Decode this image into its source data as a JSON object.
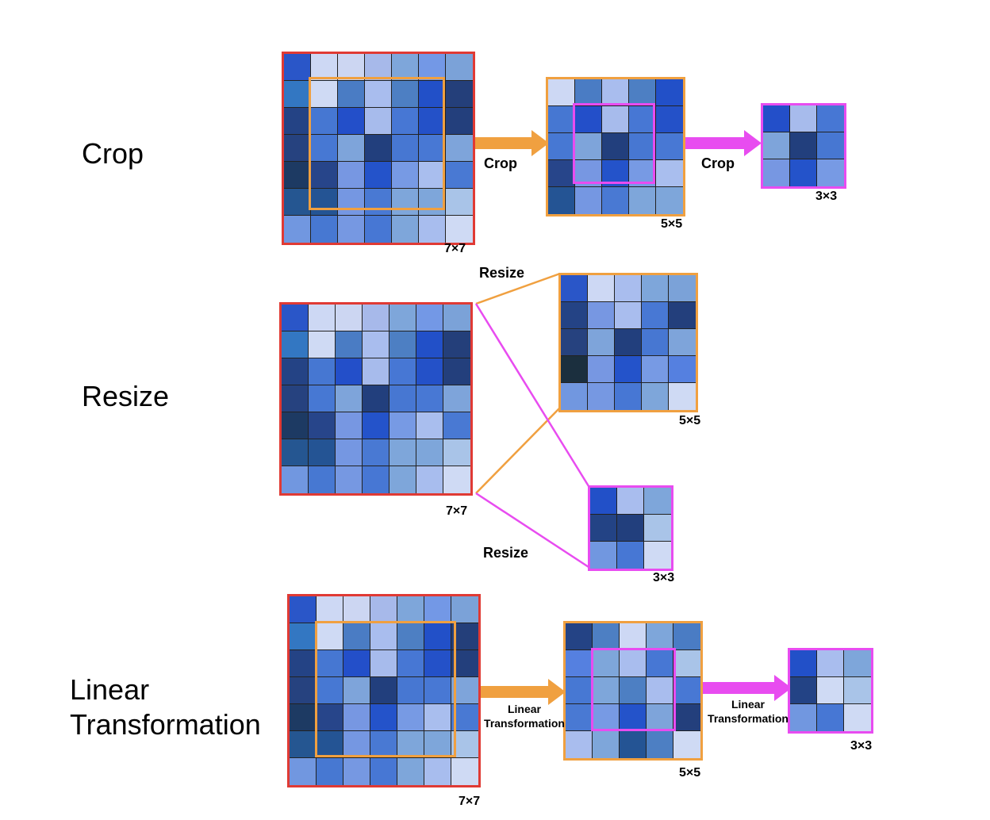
{
  "colors": {
    "red": "#e03a34",
    "orange": "#f0a040",
    "magenta": "#e84cf0",
    "grid_line": "#222222"
  },
  "rows": [
    {
      "title": "Crop",
      "op_label_1": "Crop",
      "op_label_2": "Crop",
      "dims": [
        "7×7",
        "5×5",
        "3×3"
      ]
    },
    {
      "title": "Resize",
      "op_label_1": "Resize",
      "op_label_2": "Resize",
      "dims": [
        "7×7",
        "5×5",
        "3×3"
      ]
    },
    {
      "title_line1": "Linear",
      "title_line2": "Transformation",
      "op_label_1_line1": "Linear",
      "op_label_1_line2": "Transformation",
      "op_label_2_line1": "Linear",
      "op_label_2_line2": "Transformation",
      "dims": [
        "7×7",
        "5×5",
        "3×3"
      ]
    }
  ],
  "grids": {
    "crop_7": [
      [
        "#2a56c8",
        "#cdd8f4",
        "#ccd6f2",
        "#a7b9ea",
        "#7ea6da",
        "#7398e6",
        "#7ba2d8"
      ],
      [
        "#3377c2",
        "#cfdaf4",
        "#4a7cc4",
        "#a9bdee",
        "#4d7fc3",
        "#2250c8",
        "#243f7a"
      ],
      [
        "#244385",
        "#4677d2",
        "#234fc9",
        "#a7bbec",
        "#4777d4",
        "#2451c8",
        "#233f7c"
      ],
      [
        "#26427f",
        "#4778d3",
        "#7ea4da",
        "#223f7d",
        "#4777d2",
        "#4878d4",
        "#7ea4da"
      ],
      [
        "#1d3a63",
        "#27458a",
        "#7797e2",
        "#2453ca",
        "#779ae4",
        "#a9beee",
        "#4979d3"
      ],
      [
        "#255691",
        "#245494",
        "#7597e2",
        "#4979d3",
        "#7ea6da",
        "#7ea6da",
        "#a9c4e8"
      ],
      [
        "#7197e0",
        "#4778d2",
        "#7698e2",
        "#4777d4",
        "#7ea6da",
        "#a8bdee",
        "#cfdaf4"
      ]
    ],
    "crop_5": [
      [
        "#cdd8f4",
        "#4a7cc4",
        "#a9bdee",
        "#4d7fc3",
        "#2250c8"
      ],
      [
        "#4677d2",
        "#234fc9",
        "#a7bbec",
        "#4777d4",
        "#2451c8"
      ],
      [
        "#4778d3",
        "#7ea4da",
        "#223f7d",
        "#4777d2",
        "#4878d4"
      ],
      [
        "#27458a",
        "#7797e2",
        "#2453ca",
        "#779ae4",
        "#a9beee"
      ],
      [
        "#245494",
        "#7597e2",
        "#4979d3",
        "#7ea6da",
        "#7ea6da"
      ]
    ],
    "crop_3": [
      [
        "#234fc9",
        "#a7bbec",
        "#4777d4"
      ],
      [
        "#7ea4da",
        "#223f7d",
        "#4777d2"
      ],
      [
        "#7797e2",
        "#2453ca",
        "#779ae4"
      ]
    ],
    "resize_7": [
      [
        "#2a56c8",
        "#cdd8f4",
        "#ccd6f2",
        "#a7b9ea",
        "#7ea6da",
        "#7398e6",
        "#7ba2d8"
      ],
      [
        "#3377c2",
        "#cfdaf4",
        "#4a7cc4",
        "#a9bdee",
        "#4d7fc3",
        "#2250c8",
        "#243f7a"
      ],
      [
        "#244385",
        "#4677d2",
        "#234fc9",
        "#a7bbec",
        "#4777d4",
        "#2451c8",
        "#233f7c"
      ],
      [
        "#26427f",
        "#4778d3",
        "#7ea4da",
        "#223f7d",
        "#4777d2",
        "#4878d4",
        "#7ea4da"
      ],
      [
        "#1d3a63",
        "#27458a",
        "#7797e2",
        "#2453ca",
        "#779ae4",
        "#a9beee",
        "#4979d3"
      ],
      [
        "#255691",
        "#245494",
        "#7597e2",
        "#4979d3",
        "#7ea6da",
        "#7ea6da",
        "#a9c4e8"
      ],
      [
        "#7197e0",
        "#4778d2",
        "#7698e2",
        "#4777d4",
        "#7ea6da",
        "#a8bdee",
        "#cfdaf4"
      ]
    ],
    "resize_5": [
      [
        "#2a56c8",
        "#cdd8f4",
        "#a9bdee",
        "#7ea6da",
        "#7ba2d8"
      ],
      [
        "#244385",
        "#7797e2",
        "#a9bdee",
        "#4878d4",
        "#233f7c"
      ],
      [
        "#26427f",
        "#7ea4da",
        "#223f7d",
        "#4777d2",
        "#7ea4da"
      ],
      [
        "#1b2f3e",
        "#7797e2",
        "#2453ca",
        "#779ae4",
        "#5580e0"
      ],
      [
        "#7197e0",
        "#7698e2",
        "#4777d4",
        "#7ea6da",
        "#cfdaf4"
      ]
    ],
    "resize_3": [
      [
        "#2250c8",
        "#a9bdee",
        "#7ea6da"
      ],
      [
        "#234385",
        "#223f7d",
        "#a9c4e8"
      ],
      [
        "#7197e0",
        "#4777d4",
        "#cfdaf4"
      ]
    ],
    "lin_7": [
      [
        "#2a56c8",
        "#cdd8f4",
        "#ccd6f2",
        "#a7b9ea",
        "#7ea6da",
        "#7398e6",
        "#7ba2d8"
      ],
      [
        "#3377c2",
        "#cfdaf4",
        "#4a7cc4",
        "#a9bdee",
        "#4d7fc3",
        "#2250c8",
        "#243f7a"
      ],
      [
        "#244385",
        "#4677d2",
        "#234fc9",
        "#a7bbec",
        "#4777d4",
        "#2451c8",
        "#233f7c"
      ],
      [
        "#26427f",
        "#4778d3",
        "#7ea4da",
        "#223f7d",
        "#4777d2",
        "#4878d4",
        "#7ea4da"
      ],
      [
        "#1d3a63",
        "#27458a",
        "#7797e2",
        "#2453ca",
        "#779ae4",
        "#a9beee",
        "#4979d3"
      ],
      [
        "#255691",
        "#245494",
        "#7597e2",
        "#4979d3",
        "#7ea6da",
        "#7ea6da",
        "#a9c4e8"
      ],
      [
        "#7197e0",
        "#4778d2",
        "#7698e2",
        "#4777d4",
        "#7ea6da",
        "#a8bdee",
        "#cfdaf4"
      ]
    ],
    "lin_5": [
      [
        "#244385",
        "#4d7fc3",
        "#cdd8f4",
        "#7ea6da",
        "#4a7cc4"
      ],
      [
        "#5580e0",
        "#7ea6da",
        "#a9bdee",
        "#4777d4",
        "#a9c4e8"
      ],
      [
        "#4778d3",
        "#7ea6da",
        "#4d7fc3",
        "#a9bdee",
        "#4878d4"
      ],
      [
        "#4979d3",
        "#779ae4",
        "#2453ca",
        "#7ea4da",
        "#233f7c"
      ],
      [
        "#a9bdee",
        "#7ea6da",
        "#245494",
        "#4d7fc3",
        "#cfdaf4"
      ]
    ],
    "lin_3": [
      [
        "#2250c8",
        "#a9bdee",
        "#7ea6da"
      ],
      [
        "#234385",
        "#cfdaf4",
        "#a9c4e8"
      ],
      [
        "#7197e0",
        "#4777d4",
        "#cfdaf4"
      ]
    ]
  }
}
